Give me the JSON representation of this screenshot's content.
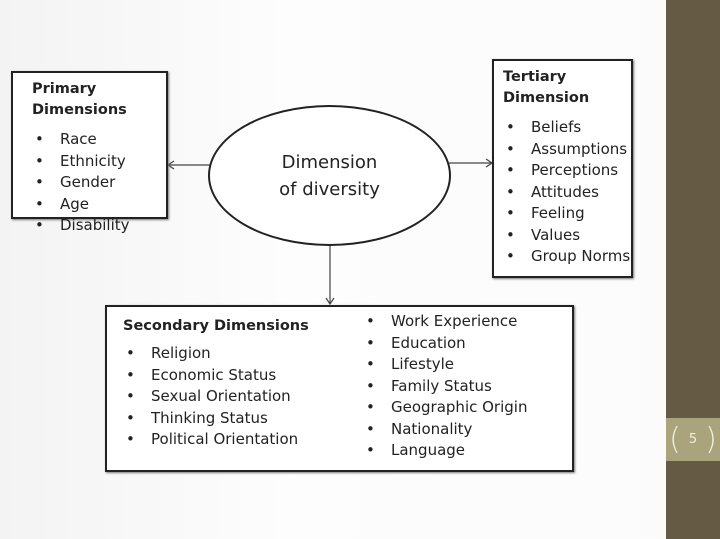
{
  "center": {
    "line1": "Dimension",
    "line2": "of diversity"
  },
  "primary": {
    "title1": "Primary",
    "title2": "Dimensions",
    "items": [
      "Race",
      "Ethnicity",
      "Gender",
      "Age",
      "Disability"
    ]
  },
  "tertiary": {
    "title1": "Tertiary",
    "title2": "Dimension",
    "items": [
      "Beliefs",
      "Assumptions",
      "Perceptions",
      "Attitudes",
      "Feeling",
      "Values",
      "Group Norms"
    ]
  },
  "secondary": {
    "title": "Secondary Dimensions",
    "left_items": [
      "Religion",
      "Economic Status",
      "Sexual Orientation",
      "Thinking Status",
      "Political Orientation"
    ],
    "right_items": [
      "Work Experience",
      "Education",
      "Lifestyle",
      "Family Status",
      "Geographic Origin",
      "Nationality",
      "Language"
    ]
  },
  "slide_number": "5"
}
